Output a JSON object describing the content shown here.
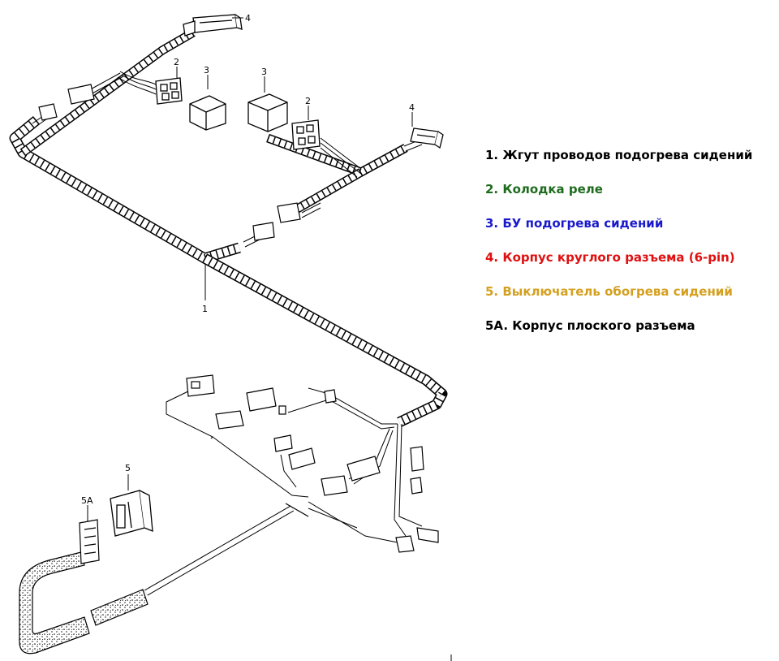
{
  "callouts": {
    "c4_top": "4",
    "c2_left": "2",
    "c3_left": "3",
    "c3_right": "3",
    "c2_right": "2",
    "c4_right": "4",
    "c1": "1",
    "c5": "5",
    "c5a": "5A"
  },
  "legend": {
    "items": [
      {
        "text": "1. Жгут проводов подогрева сидений",
        "color": "#000000"
      },
      {
        "text": "2. Колодка реле",
        "color": "#1e6b1e"
      },
      {
        "text": "3. БУ подогрева сидений",
        "color": "#1a1acc"
      },
      {
        "text": "4. Корпус круглого разъема (6-pin)",
        "color": "#e01010"
      },
      {
        "text": "5. Выключатель обогрева сидений",
        "color": "#d4a020"
      },
      {
        "text": "5A. Корпус плоского разъема",
        "color": "#000000"
      }
    ]
  },
  "colors": {
    "line": "#000000",
    "background": "#ffffff"
  }
}
